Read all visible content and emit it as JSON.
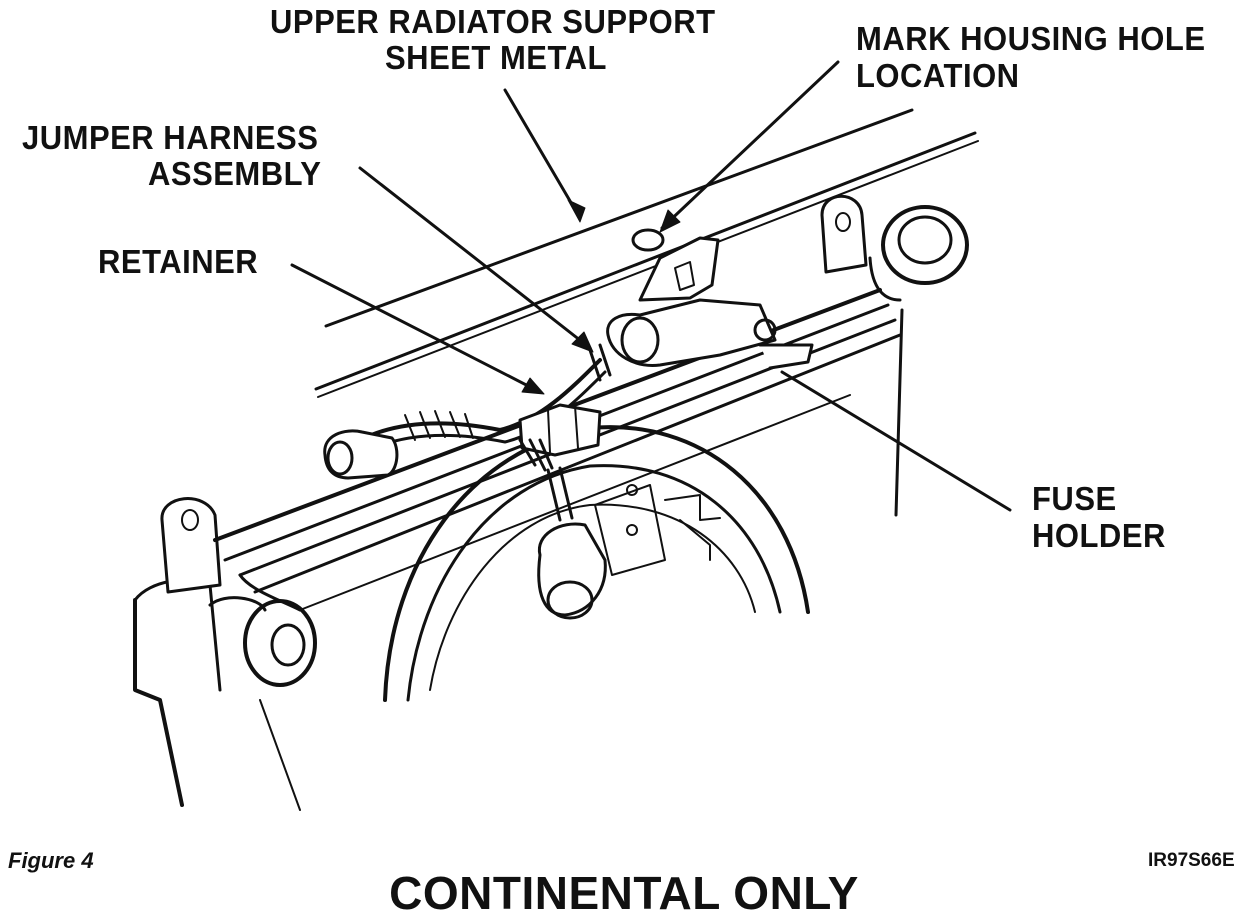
{
  "labels": {
    "upper_radiator_support_l1": "UPPER RADIATOR SUPPORT",
    "upper_radiator_support_l2": "SHEET METAL",
    "mark_housing_hole_l1": "MARK HOUSING HOLE",
    "mark_housing_hole_l2": "LOCATION",
    "jumper_harness_l1": "JUMPER HARNESS",
    "jumper_harness_l2": "ASSEMBLY",
    "retainer": "RETAINER",
    "fuse_holder_l1": "FUSE",
    "fuse_holder_l2": "HOLDER"
  },
  "figure_label": "Figure 4",
  "reference_code": "IR97S66E",
  "caption": "CONTINENTAL ONLY"
}
